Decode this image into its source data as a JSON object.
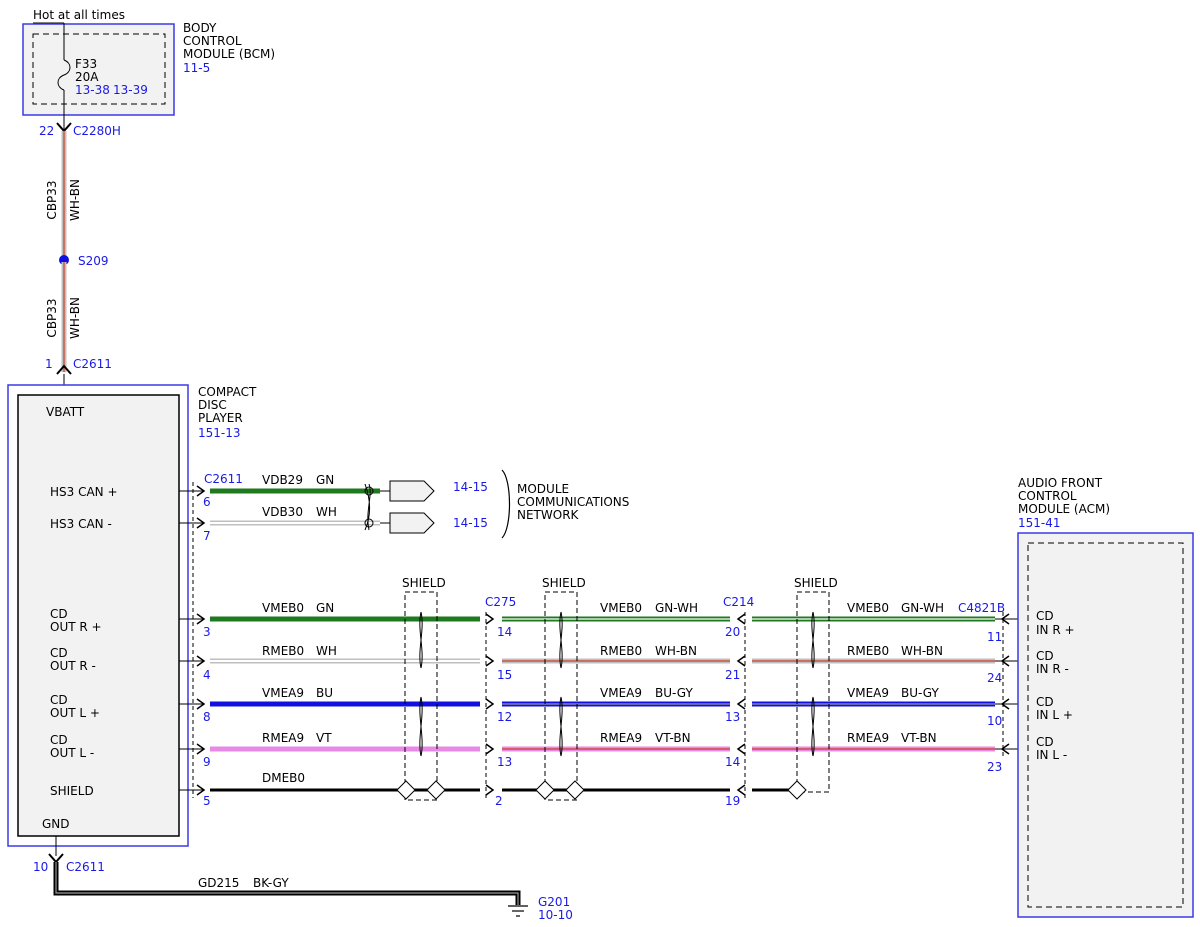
{
  "colors": {
    "ref_blue": "#1a1ae6",
    "module_border": "#3a3ae6",
    "wire_gn": "#1f7a1f",
    "wire_bu": "#1010e0",
    "wire_vt": "#e68ae6",
    "wire_wh": "#bfbfbf",
    "stripe_red": "#d0402a",
    "module_fill": "#f2f2f2"
  },
  "power": {
    "hot_label": "Hot at all times"
  },
  "bcm": {
    "name_lines": [
      "BODY",
      "CONTROL",
      "MODULE (BCM)"
    ],
    "ref": "11-5",
    "fuse_name": "F33",
    "fuse_rating": "20A",
    "fuse_ref1": "13-38",
    "fuse_ref2": "13-39"
  },
  "feed": {
    "top_pin": "22",
    "top_connector": "C2280H",
    "circuit": "CBP33",
    "color": "WH-BN",
    "splice": "S209",
    "bottom_pin": "1",
    "bottom_connector": "C2611"
  },
  "cdp": {
    "name_lines": [
      "COMPACT",
      "DISC",
      "PLAYER"
    ],
    "ref": "151-13",
    "vbatt_label": "VBATT",
    "gnd_label": "GND",
    "connector": "C2611",
    "pins": [
      {
        "lines": [
          "HS3 CAN +"
        ],
        "pin": "6"
      },
      {
        "lines": [
          "HS3 CAN -"
        ],
        "pin": "7"
      },
      {
        "lines": [
          "CD",
          "OUT R +"
        ],
        "pin": "3"
      },
      {
        "lines": [
          "CD",
          "OUT R -"
        ],
        "pin": "4"
      },
      {
        "lines": [
          "CD",
          "OUT L +"
        ],
        "pin": "8"
      },
      {
        "lines": [
          "CD",
          "OUT L -"
        ],
        "pin": "9"
      },
      {
        "lines": [
          "SHIELD"
        ],
        "pin": "5"
      }
    ]
  },
  "can": {
    "wires": [
      {
        "circuit": "VDB29",
        "color": "GN",
        "ref": "14-15"
      },
      {
        "circuit": "VDB30",
        "color": "WH",
        "ref": "14-15"
      }
    ],
    "network_lines": [
      "MODULE",
      "COMMUNICATIONS",
      "NETWORK"
    ]
  },
  "shield_label": "SHIELD",
  "connectors": {
    "c275": "C275",
    "c214": "C214",
    "c4821b": "C4821B"
  },
  "segments": {
    "seg1": [
      {
        "circuit": "VMEB0",
        "color": "GN"
      },
      {
        "circuit": "RMEB0",
        "color": "WH"
      },
      {
        "circuit": "VMEA9",
        "color": "BU"
      },
      {
        "circuit": "RMEA9",
        "color": "VT"
      },
      {
        "circuit": "DMEB0",
        "color": ""
      }
    ],
    "seg2": [
      {
        "circuit": "VMEB0",
        "color": "GN-WH"
      },
      {
        "circuit": "RMEB0",
        "color": "WH-BN"
      },
      {
        "circuit": "VMEA9",
        "color": "BU-GY"
      },
      {
        "circuit": "RMEA9",
        "color": "VT-BN"
      }
    ],
    "seg3": [
      {
        "circuit": "VMEB0",
        "color": "GN-WH"
      },
      {
        "circuit": "RMEB0",
        "color": "WH-BN"
      },
      {
        "circuit": "VMEA9",
        "color": "BU-GY"
      },
      {
        "circuit": "RMEA9",
        "color": "VT-BN"
      }
    ]
  },
  "pins": {
    "c275": [
      "14",
      "15",
      "12",
      "13",
      "2"
    ],
    "c214": [
      "20",
      "21",
      "13",
      "14",
      "19"
    ],
    "c4821b": [
      "11",
      "24",
      "10",
      "23"
    ]
  },
  "acm": {
    "name_lines": [
      "AUDIO FRONT",
      "CONTROL",
      "MODULE (ACM)"
    ],
    "ref": "151-41",
    "pins": [
      {
        "lines": [
          "CD",
          "IN R +"
        ]
      },
      {
        "lines": [
          "CD",
          "IN R -"
        ]
      },
      {
        "lines": [
          "CD",
          "IN L +"
        ]
      },
      {
        "lines": [
          "CD",
          "IN L -"
        ]
      }
    ]
  },
  "ground": {
    "pin": "10",
    "connector": "C2611",
    "circuit": "GD215",
    "color": "BK-GY",
    "point": "G201",
    "ref": "10-10"
  }
}
